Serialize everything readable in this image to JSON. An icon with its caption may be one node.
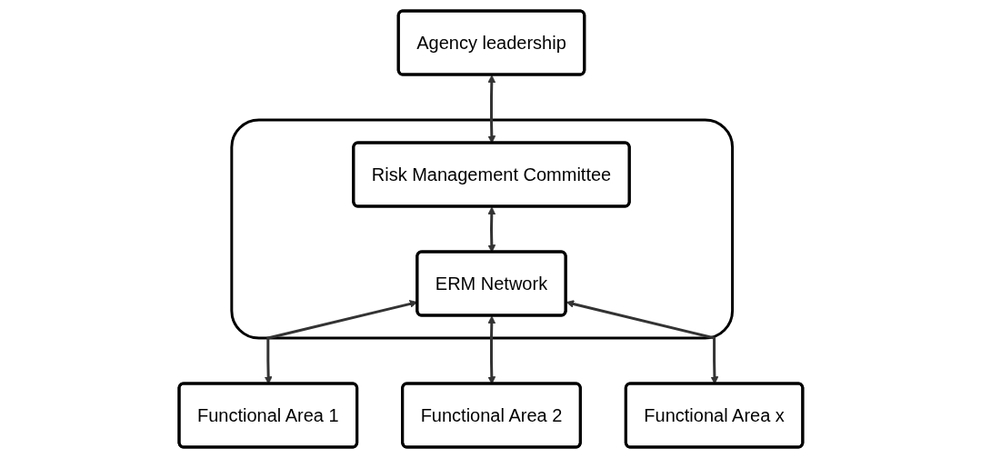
{
  "diagram": {
    "nodes": [
      {
        "text": [
          "Agency leadership"
        ]
      },
      {
        "text": [],
        "shape": "box"
      },
      {
        "text": [
          "Risk Management Committee"
        ],
        "in": 1
      },
      {
        "text": [
          "ERM Network"
        ],
        "in": 1
      },
      {
        "text": [
          "Functional Area 1"
        ]
      },
      {
        "text": [
          "Functional Area 2"
        ]
      },
      {
        "text": [
          "Functional Area x"
        ]
      }
    ],
    "edges": [
      {
        "from": 0,
        "to": 2,
        "arrow": "both"
      },
      {
        "from": 2,
        "to": 3,
        "arrow": "both"
      },
      {
        "from": 3,
        "to": 4,
        "arrow": "both"
      },
      {
        "from": 3,
        "to": 5,
        "arrow": "both"
      },
      {
        "from": 3,
        "to": 6,
        "arrow": "both"
      }
    ]
  }
}
